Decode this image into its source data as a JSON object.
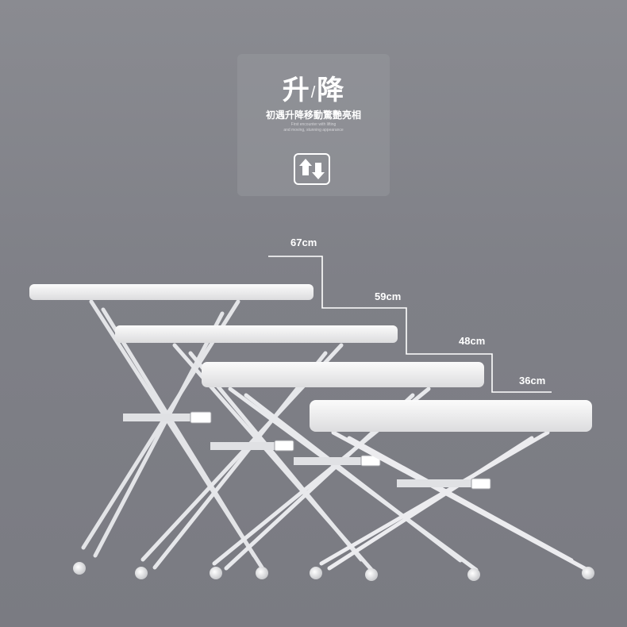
{
  "header": {
    "title_left": "升",
    "title_sep": "/",
    "title_right": "降",
    "subtitle": "初遇升降移動驚艷亮相",
    "fine_print_line1": "First encounter with lifting",
    "fine_print_line2": "and moving, stunning appearance",
    "icon": "up-down-arrows-icon"
  },
  "heights": [
    "67cm",
    "59cm",
    "48cm",
    "36cm"
  ],
  "colors": {
    "background": "#7f8087",
    "panel": "#96979d",
    "tabletop": "#f2f2f2",
    "frame": "#e6e7ea",
    "line": "#ffffff"
  }
}
